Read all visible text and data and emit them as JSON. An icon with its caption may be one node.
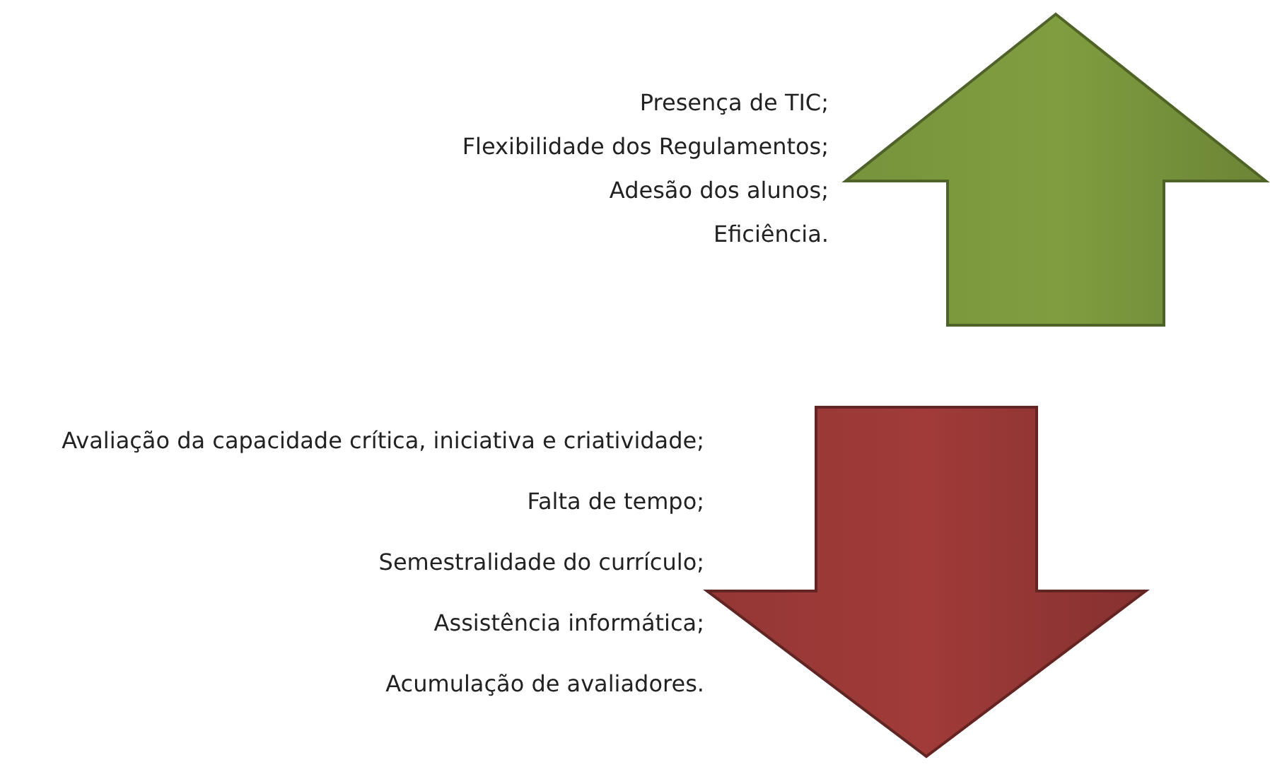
{
  "diagram": {
    "nodes": [
      {
        "text": [],
        "shape": "arrow",
        "beside": [
          "Presença de TIC;",
          "Flexibilidade dos Regulamentos;",
          "Adesão dos alunos;",
          "Eficiência."
        ]
      },
      {
        "text": [],
        "shape": "arrow",
        "beside": [
          "Avaliação da capacidade crítica, iniciativa e criatividade;",
          "Falta de tempo;",
          "Semestralidade do currículo;",
          "Assistência informática;",
          "Acumulação de avaliadores."
        ]
      }
    ]
  }
}
